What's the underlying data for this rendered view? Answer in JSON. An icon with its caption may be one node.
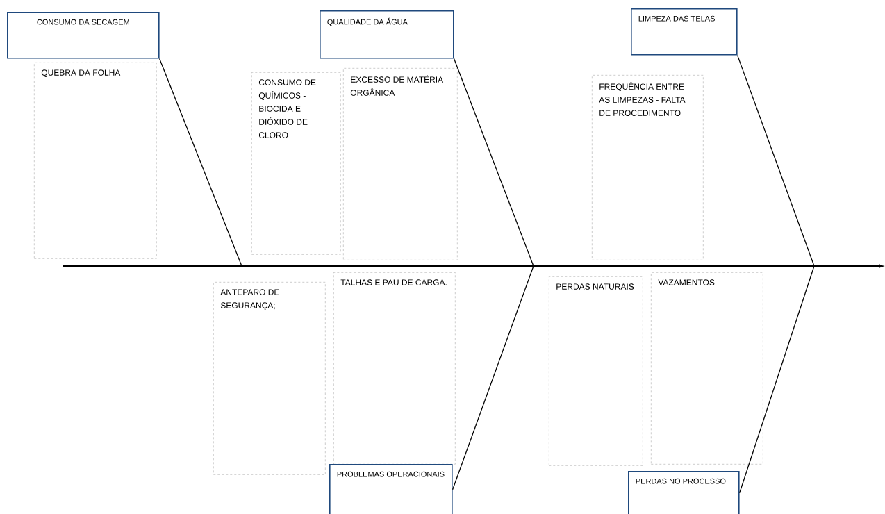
{
  "diagram": {
    "nodes": [
      {
        "text": [
          "CONSUMO DA SECAGEM"
        ]
      },
      {
        "text": [
          "QUALIDADE DA ÁGUA"
        ]
      },
      {
        "text": [
          "LIMPEZA DAS TELAS"
        ]
      },
      {
        "text": [
          "QUEBRA DA FOLHA"
        ]
      },
      {
        "text": [
          "CONSUMO DE QUÍMICOS - BIOCIDA E DIÓXIDO DE CLORO"
        ]
      },
      {
        "text": [
          "EXCESSO DE MATÉRIA ORGÂNICA"
        ]
      },
      {
        "text": [
          "FREQUÊNCIA ENTRE AS LIMPEZAS - FALTA DE PROCEDIMENTO"
        ]
      },
      {
        "text": [
          "ANTEPARO DE SEGURANÇA;"
        ]
      },
      {
        "text": [
          "TALHAS E PAU DE CARGA."
        ]
      },
      {
        "text": [
          "PERDAS NATURAIS"
        ]
      },
      {
        "text": [
          "VAZAMENTOS"
        ]
      },
      {
        "text": [
          "PROBLEMAS OPERACIONAIS"
        ]
      },
      {
        "text": [
          "PERDAS NO PROCESSO"
        ]
      }
    ],
    "edges": [
      {
        "from": 0,
        "to": null,
        "arrow": "none"
      },
      {
        "from": 1,
        "to": null,
        "arrow": "none"
      },
      {
        "from": 2,
        "to": null,
        "arrow": "none"
      },
      {
        "from": 11,
        "to": null,
        "arrow": "none"
      },
      {
        "from": 12,
        "to": null,
        "arrow": "none"
      }
    ]
  }
}
